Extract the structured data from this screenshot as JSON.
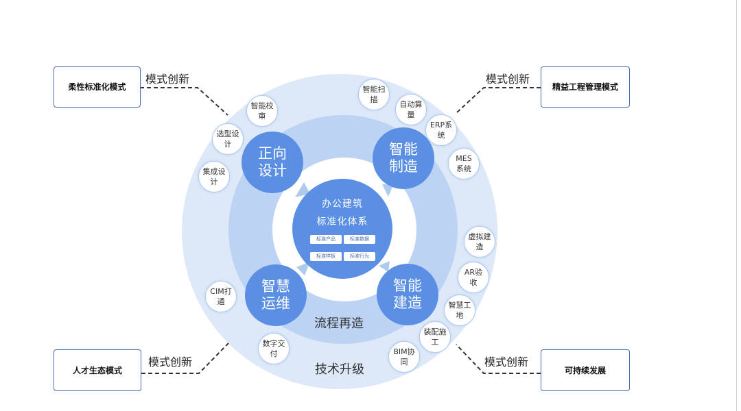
{
  "center": {
    "title_line1": "办公建筑",
    "title_line2": "标准化体系",
    "tags": [
      "标准产品",
      "标准数据",
      "标准样板",
      "标准行为"
    ]
  },
  "quadrants": [
    {
      "label": "正向设计"
    },
    {
      "label": "智能制造"
    },
    {
      "label": "智慧运维"
    },
    {
      "label": "智能建造"
    }
  ],
  "ring_labels": {
    "middle": "流程再造",
    "outer": "技术升级"
  },
  "nodes": [
    "智能校审",
    "选型设计",
    "集成设计",
    "智能扫描",
    "自动算量",
    "ERP系统",
    "MES系统",
    "虚拟建造",
    "AR验收",
    "智慧工地",
    "装配施工",
    "BIM协同",
    "CIM打通",
    "数字交付"
  ],
  "corners": {
    "top_left": {
      "box": "柔性标准化模式",
      "label": "模式创新"
    },
    "top_right": {
      "box": "精益工程管理模式",
      "label": "模式创新"
    },
    "bottom_left": {
      "box": "人才生态模式",
      "label": "模式创新"
    },
    "bottom_right": {
      "box": "可持续发展",
      "label": "模式创新"
    }
  },
  "colors": {
    "primary": "#5b8fe3",
    "ring_outer": "#dde8f8",
    "ring_mid": "#bcd3f4",
    "node_border": "#aecbee"
  }
}
